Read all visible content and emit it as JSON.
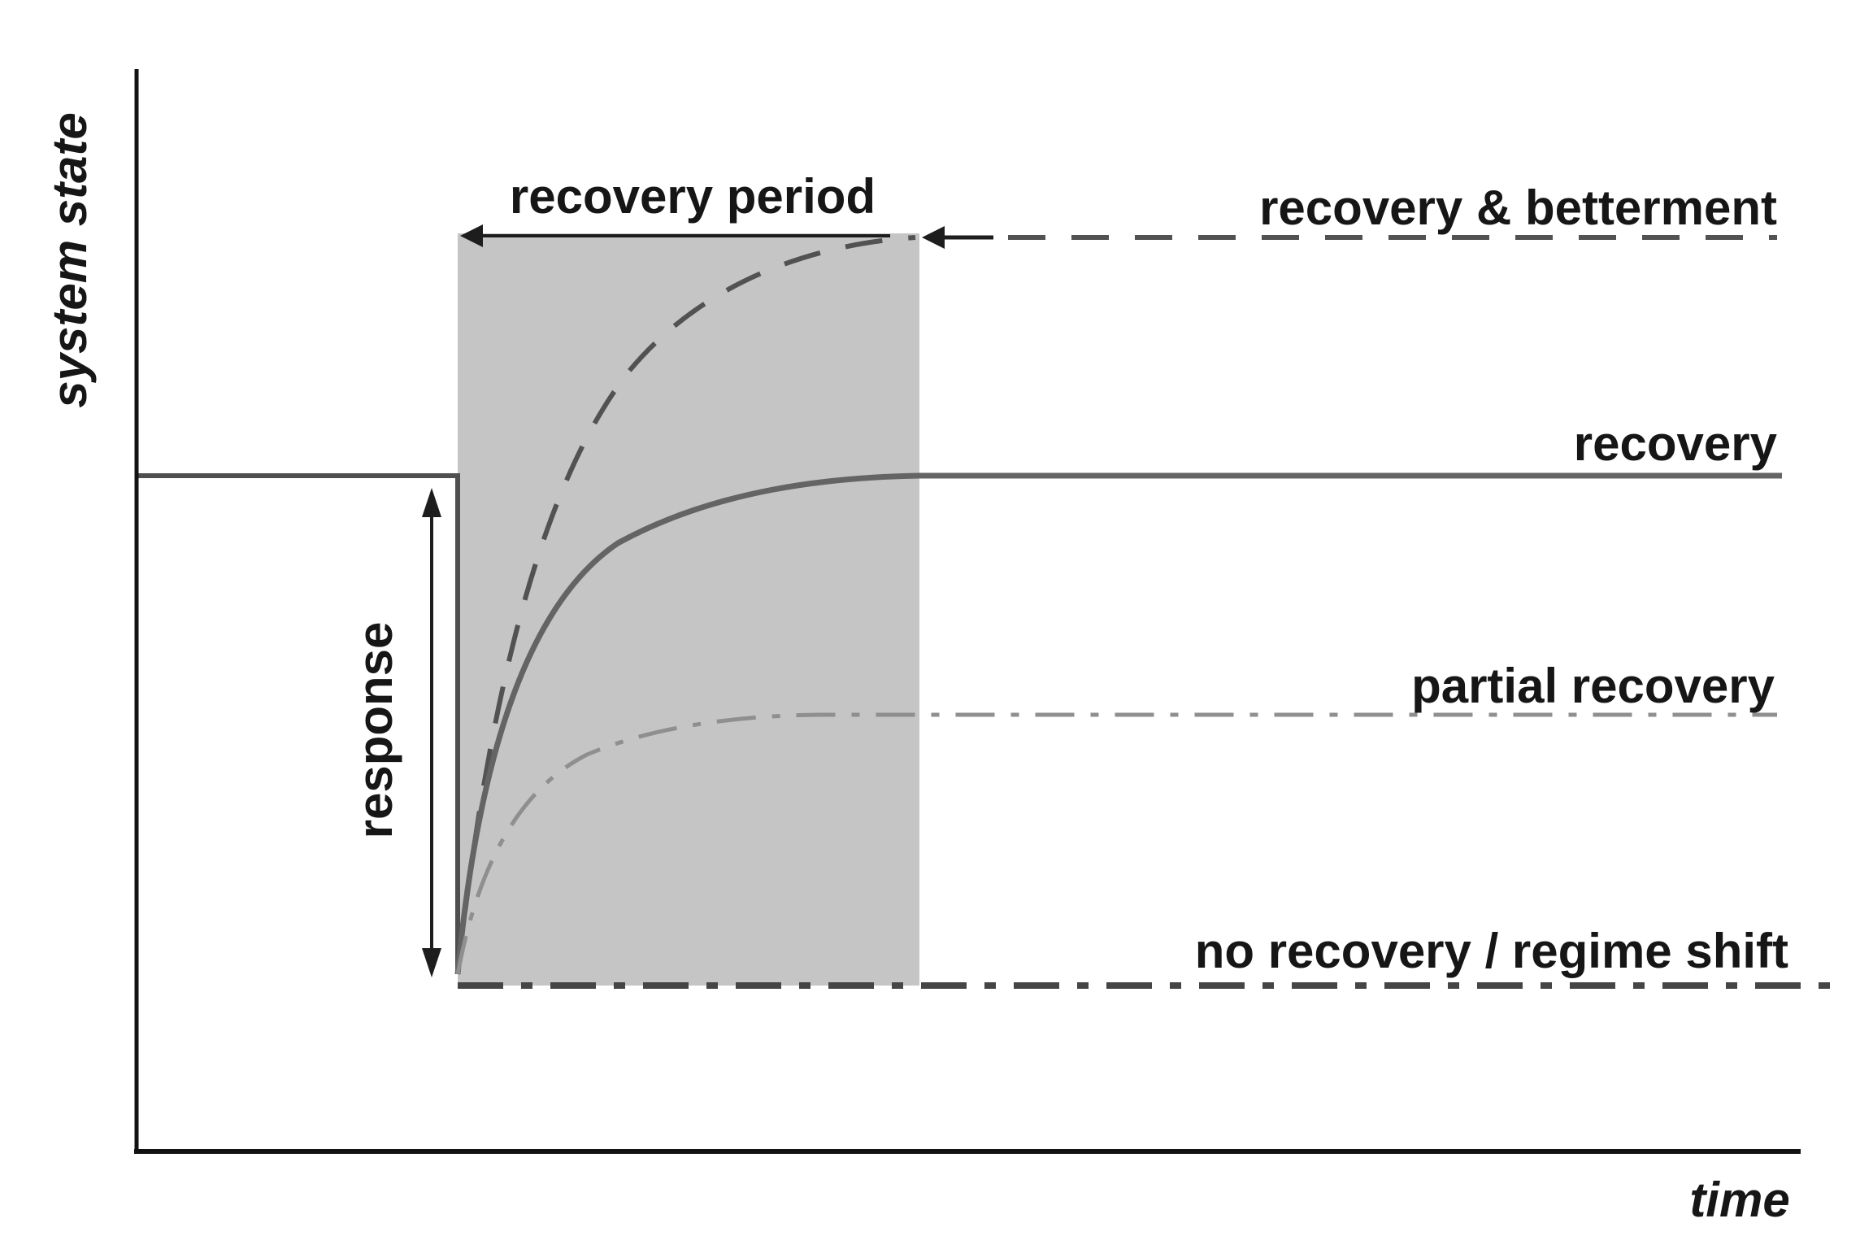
{
  "figure": {
    "axes": {
      "y_label": "system state",
      "x_label": "time"
    },
    "annotations": {
      "recovery_period": "recovery period",
      "response": "response"
    },
    "series": [
      {
        "id": "betterment",
        "label": "recovery & betterment",
        "line_style": "dashed",
        "color": "#525252"
      },
      {
        "id": "recovery",
        "label": "recovery",
        "line_style": "solid",
        "color": "#646464"
      },
      {
        "id": "partial",
        "label": "partial recovery",
        "line_style": "dash-dot",
        "color": "#8f8f8f"
      },
      {
        "id": "none",
        "label": "no recovery / regime shift",
        "line_style": "dash-dot-bold",
        "color": "#454545"
      }
    ],
    "colors": {
      "background": "#ffffff",
      "shaded_region": "#c5c5c5",
      "axis": "#121212",
      "text": "#161616",
      "initial_state_line": "#4f4f4f",
      "arrow": "#1d1d1d"
    }
  }
}
